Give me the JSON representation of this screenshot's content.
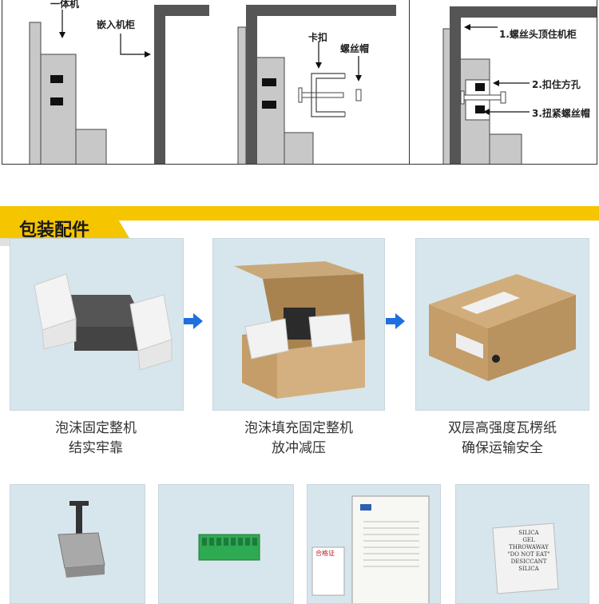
{
  "diagram": {
    "panel1": {
      "all_in_one_label": "一体机",
      "embed_label": "嵌入机柜"
    },
    "panel2": {
      "clip_label": "卡扣",
      "screw_cap_label": "螺丝帽"
    },
    "panel3": {
      "step1": "1.螺丝头顶住机柜",
      "step2": "2.扣住方孔",
      "step3": "3.扭紧螺丝帽"
    }
  },
  "section": {
    "title": "包装配件"
  },
  "packaging": [
    {
      "line1": "泡沫固定整机",
      "line2": "结实牢靠"
    },
    {
      "line1": "泡沫填充固定整机",
      "line2": "放冲减压"
    },
    {
      "line1": "双层高强度瓦楞纸",
      "line2": "确保运输安全"
    }
  ],
  "accessories": {
    "cert_text": "合格证",
    "silica": {
      "l1": "SILICA",
      "l2": "GEL",
      "l3": "THROWAWAY",
      "l4": "\"DO NOT EAT\"",
      "l5": "DESICCANT",
      "l6": "SILICA"
    }
  },
  "colors": {
    "ribbon": "#f5c500",
    "card_bg": "#d7e6ec",
    "arrow": "#1e6fe0",
    "cabinet": "#555555",
    "device": "#c8c8c8"
  }
}
